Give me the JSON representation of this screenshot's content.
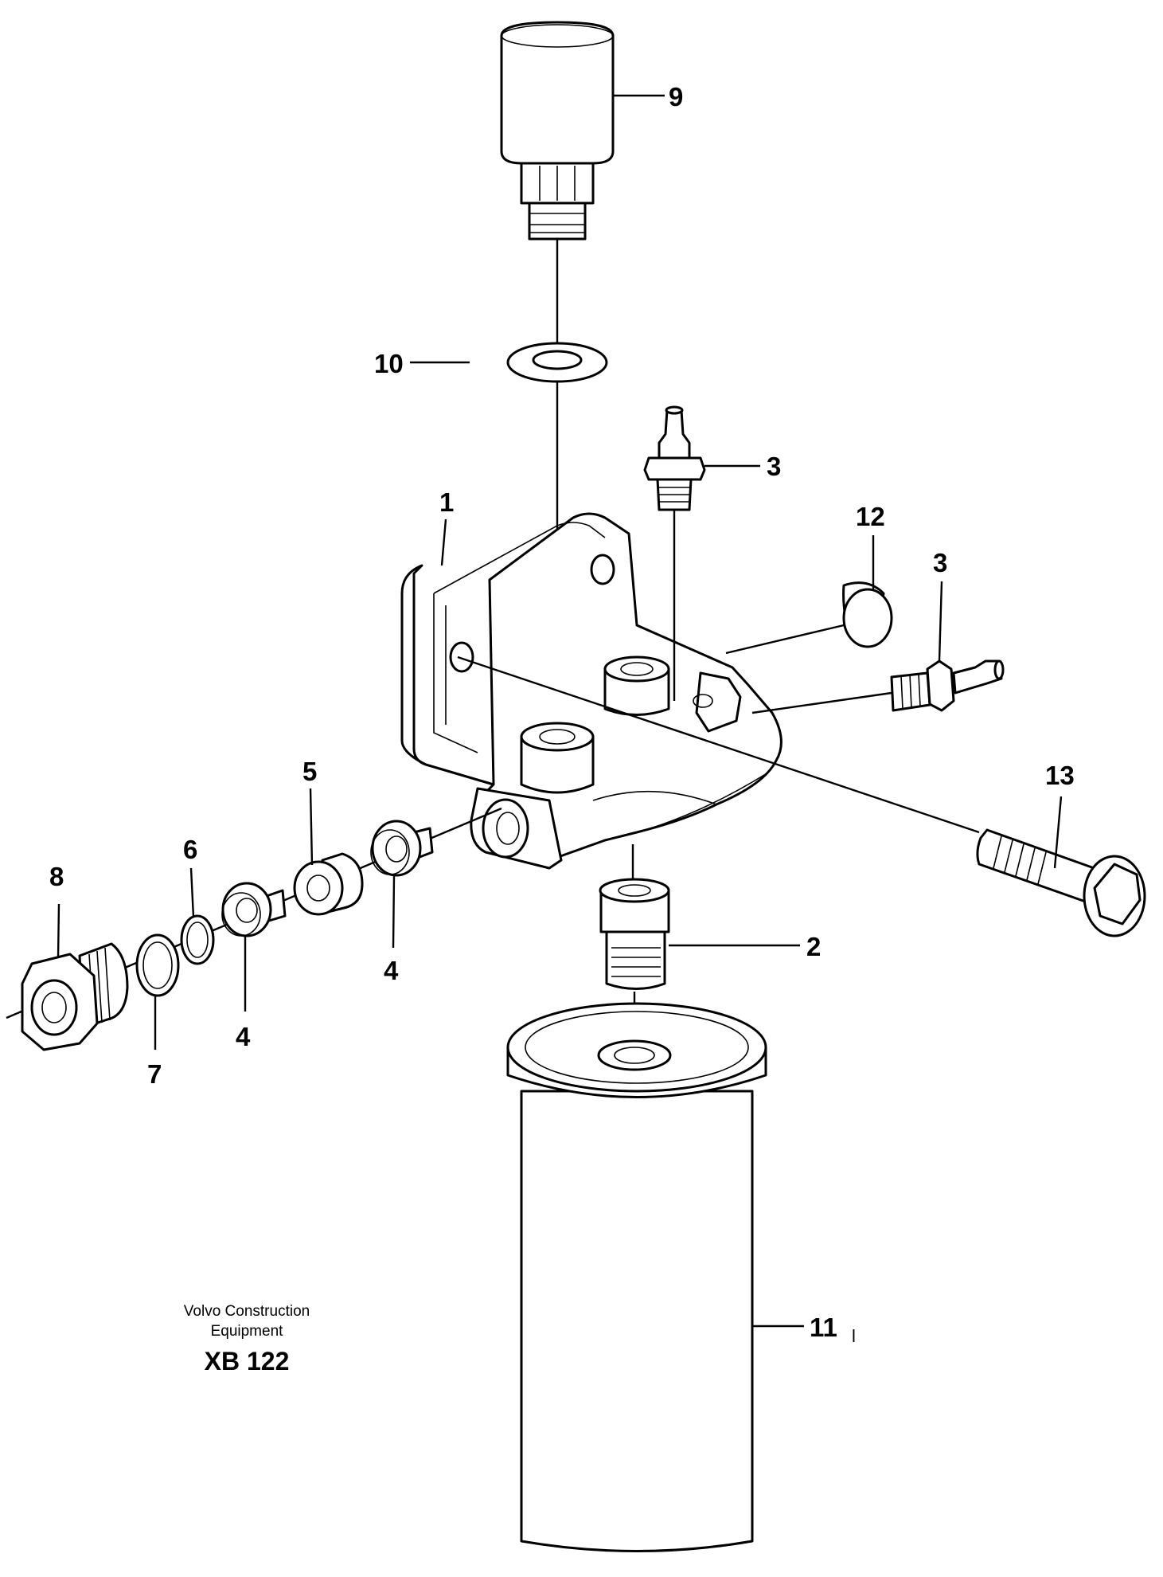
{
  "callouts": {
    "c1": "1",
    "c2": "2",
    "c3a": "3",
    "c3b": "3",
    "c4a": "4",
    "c4b": "4",
    "c5": "5",
    "c6": "6",
    "c7": "7",
    "c8": "8",
    "c9": "9",
    "c10": "10",
    "c11": "11",
    "c11_mark": "l",
    "c12": "12",
    "c13": "13"
  },
  "caption": {
    "line1": "Volvo Construction",
    "line2": "Equipment",
    "code": "XB 122"
  }
}
